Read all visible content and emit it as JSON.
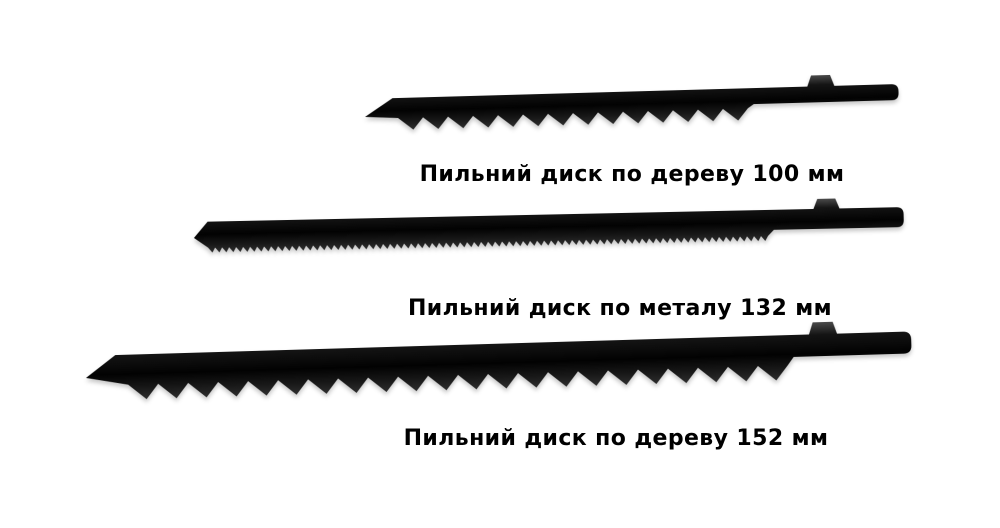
{
  "page": {
    "background_color": "#ffffff",
    "blade_color": "#0a0a0a",
    "text_color": "#000000"
  },
  "products": [
    {
      "label": "Пильний диск по дереву 100 мм",
      "material": "дерево",
      "length": "100 мм"
    },
    {
      "label": "Пильний диск по металу 132 мм",
      "material": "метал",
      "length": "132 мм"
    },
    {
      "label": "Пильний диск по дереву 152 мм",
      "material": "дерево",
      "length": "152 мм"
    }
  ]
}
